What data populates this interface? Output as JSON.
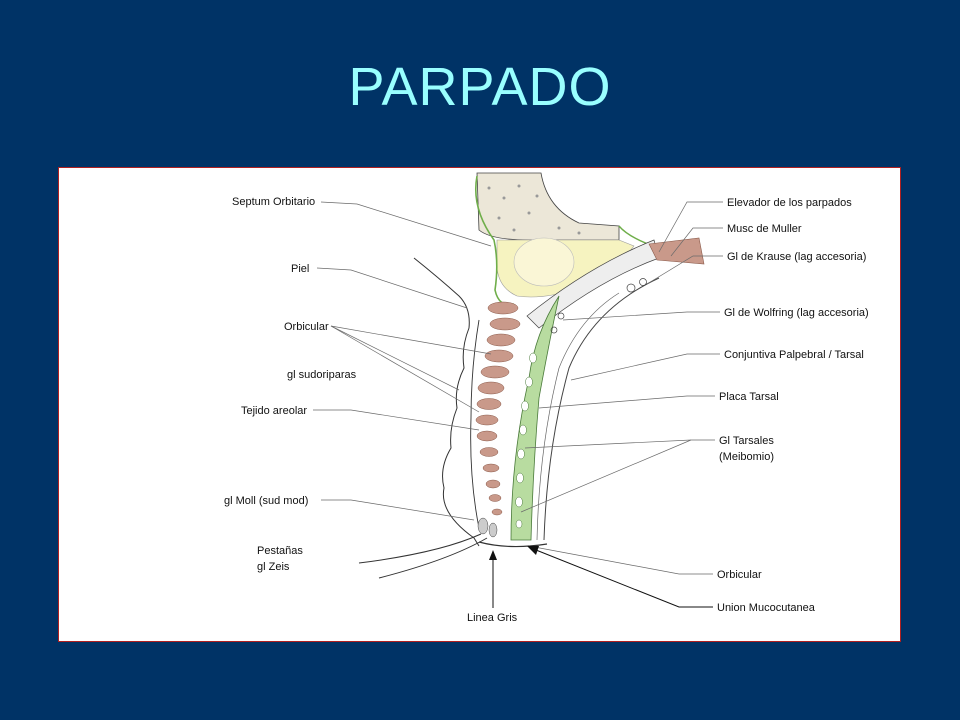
{
  "slide": {
    "title": "PARPADO"
  },
  "diagram": {
    "labels": {
      "septum": "Septum Orbitario",
      "piel": "Piel",
      "orbicular_top": "Orbicular",
      "gl_sudoriparas": "gl sudoriparas",
      "tejido_areolar": "Tejido areolar",
      "gl_moll": "gl Moll (sud mod)",
      "pestanas": "Pestañas",
      "gl_zeis": "gl Zeis",
      "linea_gris": "Linea Gris",
      "elevador": "Elevador de los parpados",
      "musc_muller": "Musc de Muller",
      "gl_krause": "Gl de Krause (lag accesoria)",
      "gl_wolfring": "Gl de Wolfring (lag accesoria)",
      "conjuntiva": "Conjuntiva Palpebral / Tarsal",
      "placa_tarsal": "Placa Tarsal",
      "gl_tarsales": "Gl Tarsales",
      "meibomio": "(Meibomio)",
      "orbicular_bottom": "Orbicular",
      "union_mucocutanea": "Union Mucocutanea"
    },
    "colors": {
      "background": "#003366",
      "title": "#99ffff",
      "panel_border": "#b02020",
      "muscle": "#c9998a",
      "tarsus": "#b8dca0",
      "fat": "#f6f3c0",
      "bone": "#ece7d8"
    }
  }
}
